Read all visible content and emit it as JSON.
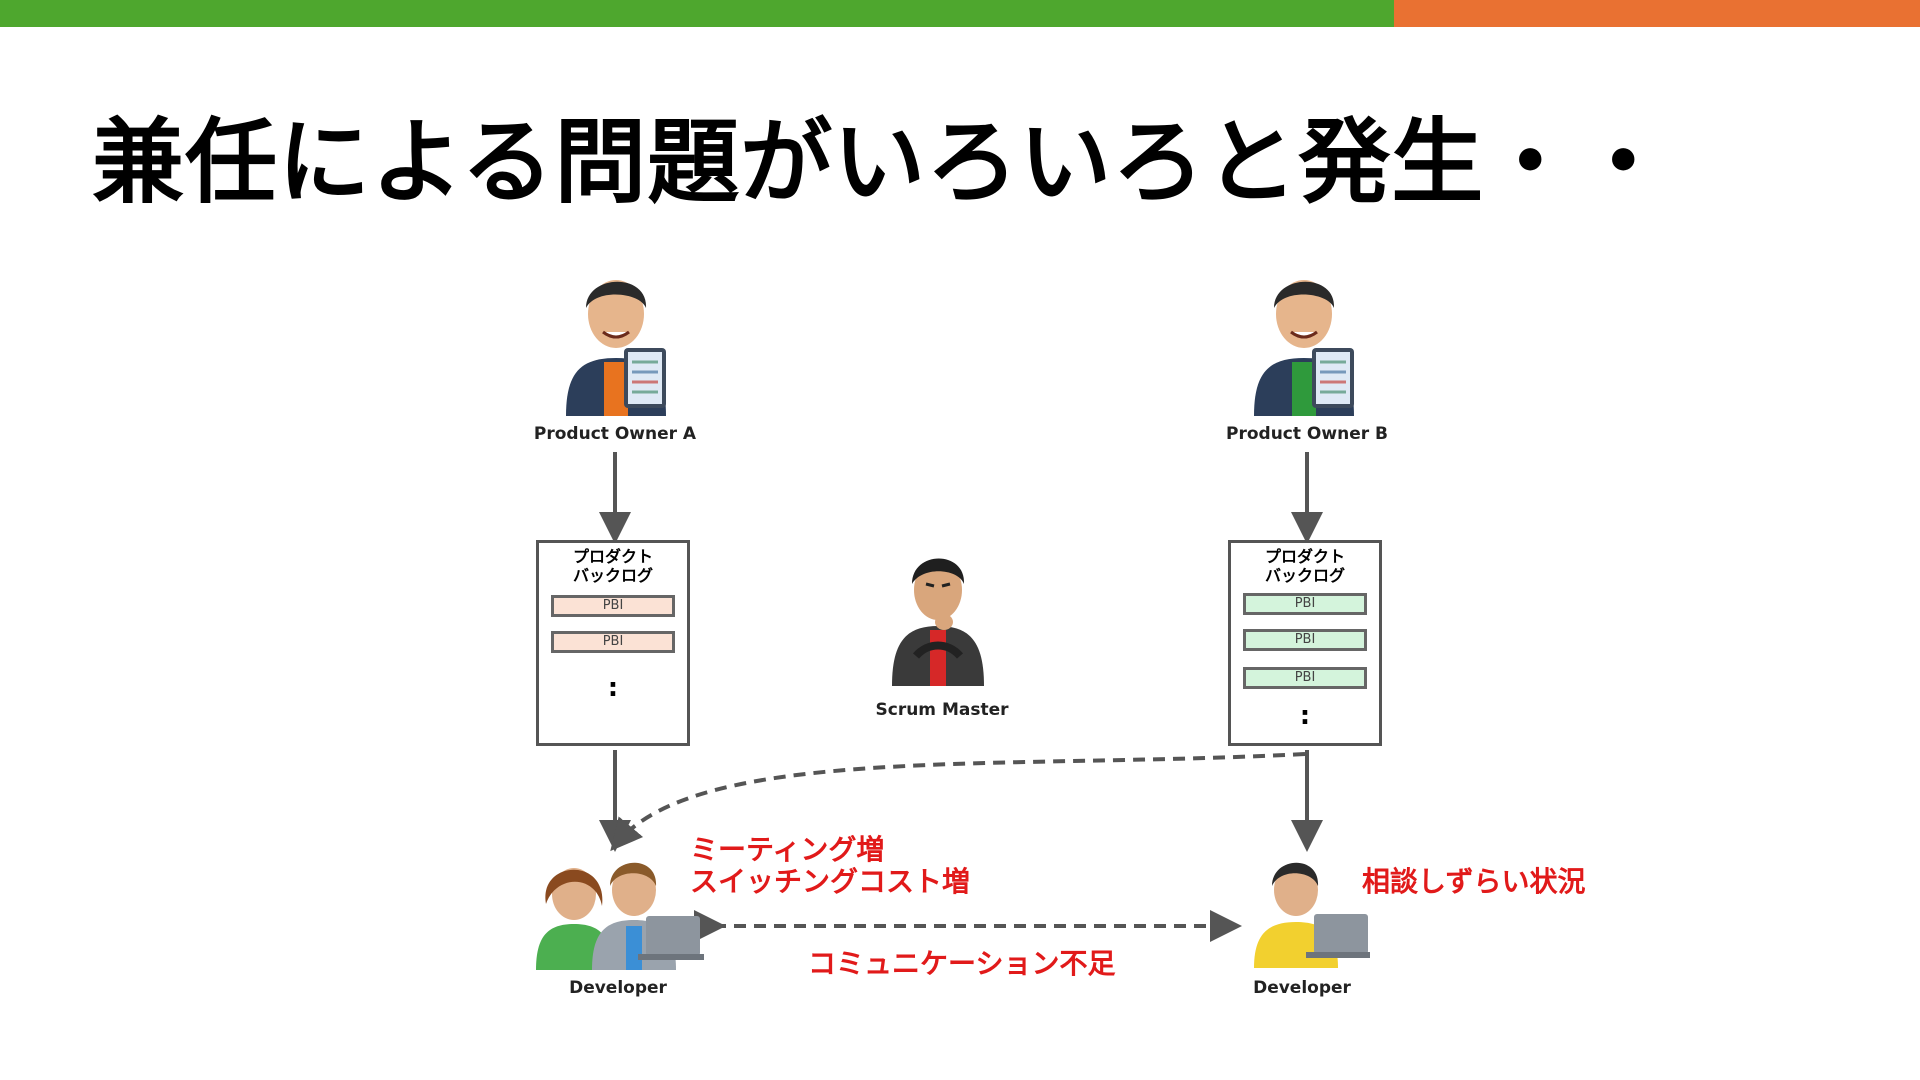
{
  "slide": {
    "title": "兼任による問題がいろいろと発生・・",
    "colors": {
      "accent_green": "#4ea72e",
      "accent_orange": "#e97132",
      "issue_red": "#e11a1a"
    }
  },
  "diagram": {
    "product_owner_a": {
      "label": "Product Owner A",
      "shirt_color": "#e8731f"
    },
    "product_owner_b": {
      "label": "Product Owner B",
      "shirt_color": "#2f9a3c"
    },
    "scrum_master": {
      "label": "Scrum Master"
    },
    "backlog_a": {
      "title_line1": "プロダクト",
      "title_line2": "バックログ",
      "items": [
        "PBI",
        "PBI"
      ],
      "more": ":"
    },
    "backlog_b": {
      "title_line1": "プロダクト",
      "title_line2": "バックログ",
      "items": [
        "PBI",
        "PBI",
        "PBI"
      ],
      "more": ":"
    },
    "developer_team_a": {
      "label": "Developer"
    },
    "developer_b": {
      "label": "Developer"
    },
    "issues": {
      "meeting_increase": "ミーティング増",
      "switching_cost": "スイッチングコスト増",
      "hard_to_consult": "相談しずらい状況",
      "communication_lack": "コミュニケーション不足"
    }
  }
}
